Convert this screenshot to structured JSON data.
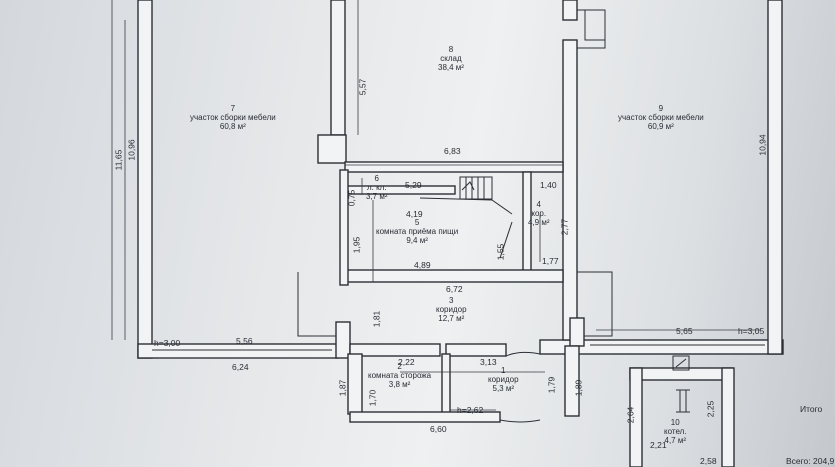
{
  "rooms": {
    "r7": {
      "num": "7",
      "name": "участок сборки мебели",
      "area": "60,8 м²"
    },
    "r8": {
      "num": "8",
      "name": "склад",
      "area": "38,4 м²"
    },
    "r9": {
      "num": "9",
      "name": "участок сборки мебели",
      "area": "60,9 м²"
    },
    "r6": {
      "num": "6",
      "name": "л. кл.",
      "area": "3,7 м²"
    },
    "r5": {
      "num": "5",
      "name": "комната приёма пищи",
      "area": "9,4 м²"
    },
    "r4": {
      "num": "4",
      "name": "кор.",
      "area": "4,9 м²"
    },
    "r3": {
      "num": "3",
      "name": "коридор",
      "area": "12,7 м²"
    },
    "r2": {
      "num": "2",
      "name": "комната сторожа",
      "area": "3,8 м²"
    },
    "r1": {
      "num": "1",
      "name": "коридор",
      "area": "5,3 м²"
    },
    "r10": {
      "num": "10",
      "name": "котел.",
      "area": "4,7 м²"
    }
  },
  "dims": {
    "d1165": "11,65",
    "d1096": "10,96",
    "d557": "5,57",
    "d683": "6,83",
    "d529": "5,29",
    "d140": "1,40",
    "d075": "0,75",
    "d419": "4,19",
    "d277": "2,77",
    "d195": "1,95",
    "d155": "1,55",
    "d177": "1,77",
    "d489": "4,89",
    "d672": "6,72",
    "d181": "1,81",
    "h300": "h=3,00",
    "d556": "5,56",
    "d624": "6,24",
    "d222": "2,22",
    "d313": "3,13",
    "d187": "1,87",
    "d170": "1,70",
    "d179": "1,79",
    "d189": "1,89",
    "h262": "h=2,62",
    "d660": "6,60",
    "d565": "5,65",
    "h305": "h=3,05",
    "d1094": "10,94",
    "d264": "2,64",
    "d225": "2,25",
    "d221": "2,21",
    "d258": "2,58"
  },
  "summary": {
    "itogo": "Итого",
    "vsego": "Всего: 204,9"
  }
}
